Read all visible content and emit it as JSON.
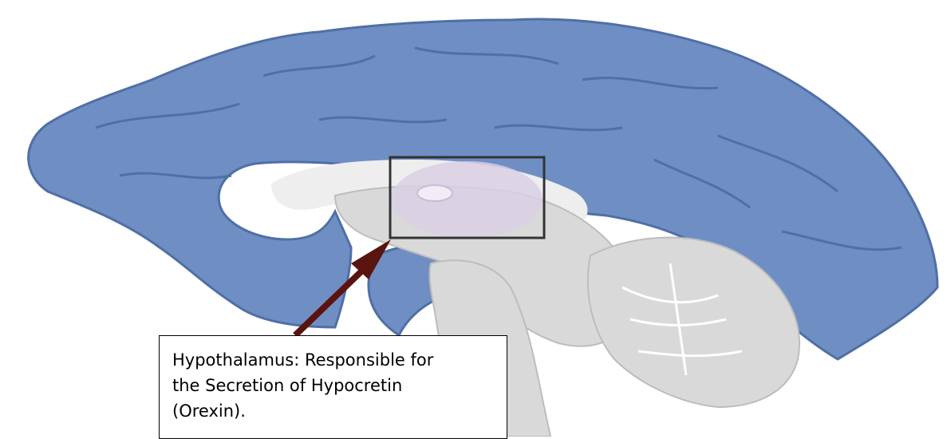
{
  "label": {
    "lines": [
      "Hypothalamus: Responsible for",
      "the Secretion of Hypocretin",
      "(Orexin)."
    ]
  },
  "colors": {
    "cortex": "#6f8fc4",
    "cortex_edge": "#4f6fa6",
    "gray_matter": "#d9d9d9",
    "white_matter": "#eeeeee",
    "highlight": "#d9cfe4",
    "arrow": "#5a1410"
  }
}
